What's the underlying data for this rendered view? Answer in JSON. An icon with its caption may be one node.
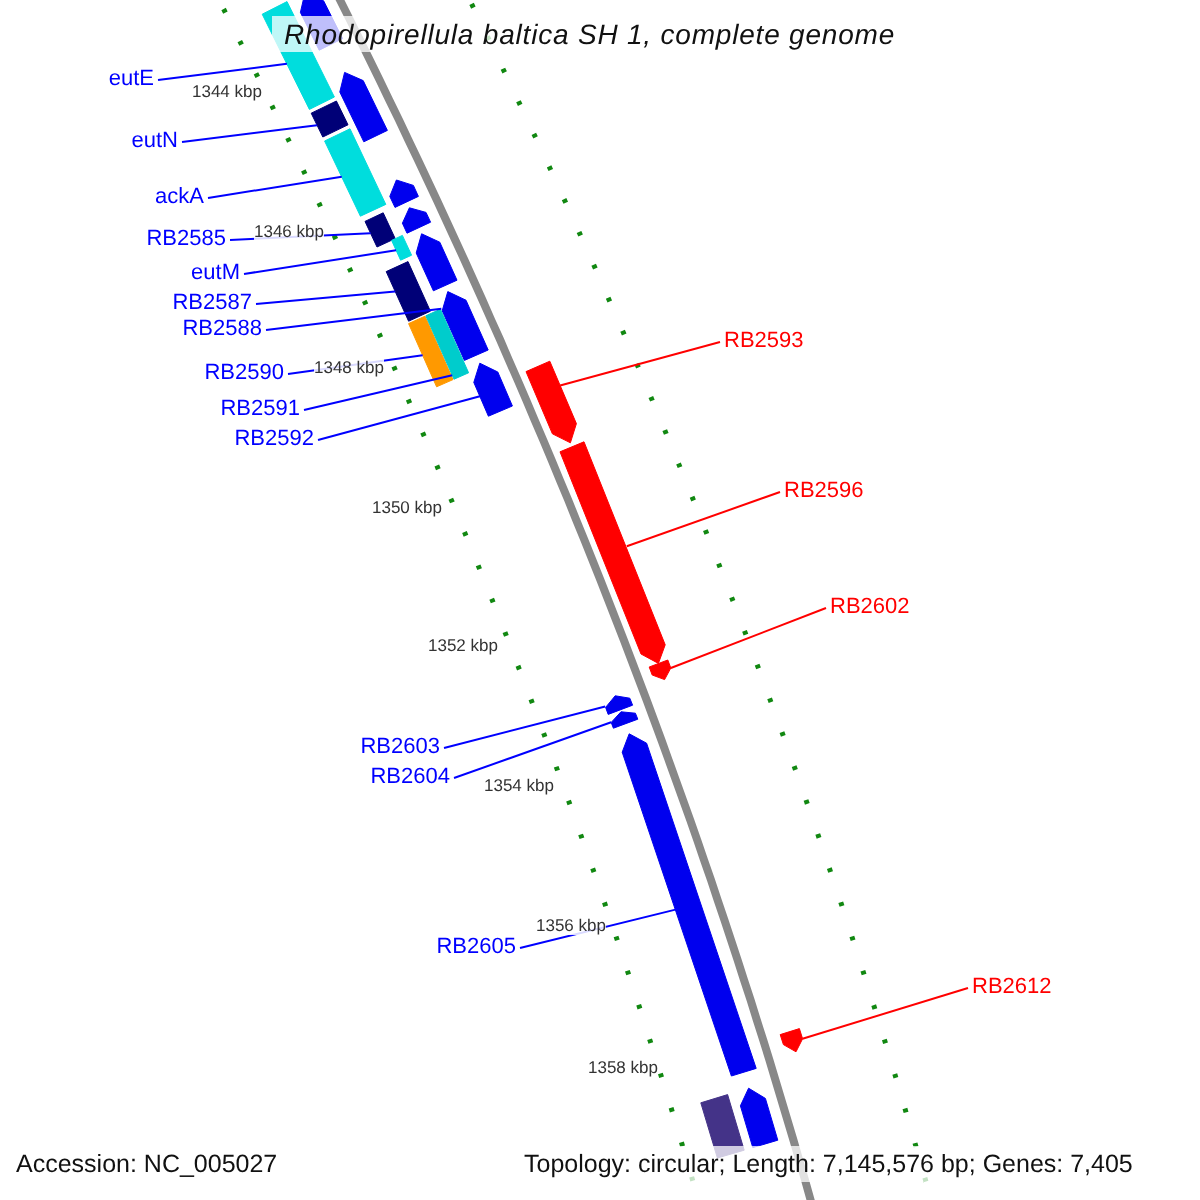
{
  "diagram": {
    "title": "Rhodopirellula baltica SH 1, complete genome",
    "nodes": [
      {
        "text": [
          "eutE"
        ]
      },
      {
        "text": [
          "eutN"
        ]
      },
      {
        "text": [
          "ackA"
        ]
      },
      {
        "text": [
          "RB2585"
        ]
      },
      {
        "text": [
          "eutM"
        ]
      },
      {
        "text": [
          "RB2587"
        ]
      },
      {
        "text": [
          "RB2588"
        ]
      },
      {
        "text": [
          "RB2590"
        ]
      },
      {
        "text": [
          "RB2591"
        ]
      },
      {
        "text": [
          "RB2592"
        ]
      },
      {
        "text": [
          "RB2593"
        ]
      },
      {
        "text": [
          "RB2596"
        ]
      },
      {
        "text": [
          "RB2602"
        ]
      },
      {
        "text": [
          "RB2603"
        ]
      },
      {
        "text": [
          "RB2604"
        ]
      },
      {
        "text": [
          "RB2605"
        ]
      },
      {
        "text": [
          "RB2612"
        ]
      },
      {
        "text": [],
        "shape": "bar"
      },
      {
        "text": [],
        "shape": "bar"
      },
      {
        "text": [],
        "shape": "bar"
      },
      {
        "text": [],
        "shape": "bar"
      },
      {
        "text": [],
        "shape": "bar"
      },
      {
        "text": [],
        "shape": "bar"
      },
      {
        "text": [],
        "shape": "pentagon"
      },
      {
        "text": [],
        "shape": "bar"
      },
      {
        "text": [],
        "shape": "bar"
      },
      {
        "text": [],
        "shape": "pentagon"
      },
      {
        "text": [],
        "shape": "pentagon"
      },
      {
        "text": [],
        "shape": "pentagon"
      },
      {
        "text": [],
        "shape": "pentagon"
      },
      {
        "text": [],
        "shape": "pentagon"
      },
      {
        "text": [],
        "shape": "pentagon"
      },
      {
        "text": [],
        "shape": "pentagon"
      },
      {
        "text": [],
        "shape": "pentagon"
      },
      {
        "text": [],
        "shape": "pentagon"
      },
      {
        "text": [],
        "shape": "pentagon"
      },
      {
        "text": [],
        "shape": "pentagon"
      },
      {
        "text": [],
        "shape": "pentagon"
      },
      {
        "text": [],
        "shape": "pentagon"
      },
      {
        "text": [],
        "shape": "bar"
      },
      {
        "text": [],
        "shape": "pentagon"
      }
    ],
    "edges": [
      {
        "from": 0,
        "to": 17,
        "arrow": "none"
      },
      {
        "from": 1,
        "to": 18,
        "arrow": "none"
      },
      {
        "from": 2,
        "to": 19,
        "arrow": "none"
      },
      {
        "from": 3,
        "to": 20,
        "arrow": "none"
      },
      {
        "from": 4,
        "to": 21,
        "arrow": "none"
      },
      {
        "from": 5,
        "to": 22,
        "arrow": "none"
      },
      {
        "from": 6,
        "to": 23,
        "arrow": "none"
      },
      {
        "from": 7,
        "to": 24,
        "arrow": "none"
      },
      {
        "from": 8,
        "to": 25,
        "arrow": "none"
      },
      {
        "from": 9,
        "to": 26,
        "arrow": "none"
      },
      {
        "from": 10,
        "to": 27,
        "arrow": "none",
        "color": "#ff0000"
      },
      {
        "from": 11,
        "to": 28,
        "arrow": "none",
        "color": "#ff0000"
      },
      {
        "from": 12,
        "to": 29,
        "arrow": "none",
        "color": "#ff0000"
      },
      {
        "from": 13,
        "to": 30,
        "arrow": "none"
      },
      {
        "from": 14,
        "to": 31,
        "arrow": "none"
      },
      {
        "from": 15,
        "to": 32,
        "arrow": "none"
      },
      {
        "from": 16,
        "to": 33,
        "arrow": "none",
        "color": "#ff0000"
      }
    ],
    "labels": [
      "1344 kbp",
      "1346 kbp",
      "1348 kbp",
      "1350 kbp",
      "1352 kbp",
      "1354 kbp",
      "1356 kbp",
      "1358 kbp",
      "Accession: NC_005027",
      "Topology: circular; Length: 7,145,576 bp; Genes: 7,405"
    ]
  }
}
